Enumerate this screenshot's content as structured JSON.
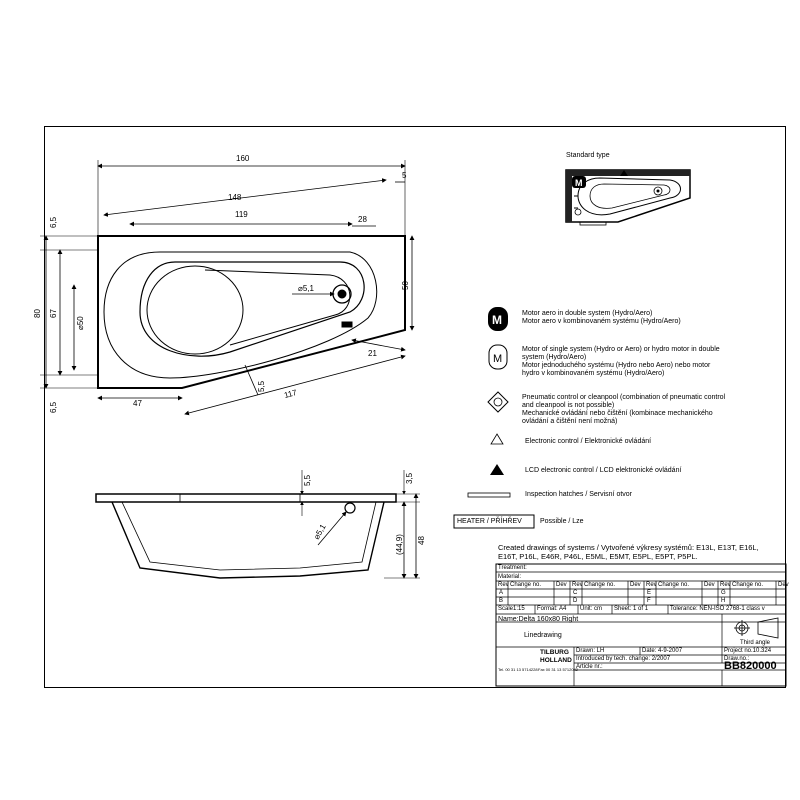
{
  "plan": {
    "dims": {
      "d160": "160",
      "d5": "5",
      "d148": "148",
      "d119": "119",
      "d28": "28",
      "d65_top": "6,5",
      "d80": "80",
      "d67": "67",
      "d50dia": "⌀50",
      "d50": "50",
      "d51": "⌀5,1",
      "d21": "21",
      "d65_bot": "6,5",
      "d47": "47",
      "d117": "117",
      "d55": "5,5"
    }
  },
  "section": {
    "dims": {
      "d55": "5,5",
      "d35": "3,5",
      "d51": "⌀5,1",
      "d449": "(44,9)",
      "d48": "48"
    }
  },
  "thumb": {
    "title": "Standard type",
    "motor_letter": "M"
  },
  "legend": {
    "items": [
      {
        "icon": "motor-filled-icon",
        "lines": [
          "Motor aero in double system (Hydro/Aero)",
          "Motor aero v kombinovaném systému (Hydro/Aero)"
        ]
      },
      {
        "icon": "motor-outline-icon",
        "lines": [
          "Motor of single system (Hydro or Aero) or hydro motor in double",
          "system (Hydro/Aero)",
          "Motor jednoduchého systému (Hydro nebo Aero) nebo motor",
          "hydro v kombinovaném systému (Hydro/Aero)"
        ]
      },
      {
        "icon": "pneumatic-control-icon",
        "lines": [
          "Pneumatic control or cleanpool (combination of pneumatic control",
          "and cleanpool is not possible)",
          "Mechanické ovládání nebo čištění (kombinace mechanického",
          "ovládání a čištění není možná)"
        ]
      },
      {
        "icon": "electronic-control-icon",
        "lines": [
          "Electronic control / Elektronické ovládání"
        ]
      },
      {
        "icon": "lcd-control-icon",
        "lines": [
          "LCD electronic control / LCD elektronické ovládání"
        ]
      },
      {
        "icon": "inspection-hatch-icon",
        "lines": [
          "Inspection hatches / Servisní otvor"
        ]
      }
    ],
    "heater_label": "HEATER / PŘÍHŘEV",
    "heater_value": "Possible / Lze"
  },
  "title_block": {
    "systems_line1": "Created drawings of systems / Vytvořené výkresy systémů: E13L, E13T, E16L,",
    "systems_line2": "E16T, P16L, E46R, P46L, E5ML, E5MT, E5PL, E5PT, P5PL.",
    "treatment": "Treatment:",
    "material": "Material:",
    "rev_head": "Rev",
    "change_head": "Change no.",
    "dev_head": "Dev",
    "rows_left": [
      "A",
      "B"
    ],
    "rows_mid": [
      "C",
      "D"
    ],
    "rows_mid2": [
      "E",
      "F"
    ],
    "rows_right": [
      "G",
      "H"
    ],
    "scale": "Scale1:15",
    "format": "Format: A4",
    "unit": "Unit: cm",
    "sheet": "Sheet: 1 of 1",
    "tolerance": "Tolerance: NEN-ISO 2768-1 class v",
    "name": "Name:Delta 160x80 Right",
    "linedrawing": "Linedrawing",
    "third_angle": "Third angle",
    "company1": "TILBURG",
    "company2": "HOLLAND",
    "tel": "Tel. 00 31 13 5714228",
    "fax": "Fax 00 31 13 5712042",
    "drawn": "Drawn: LH",
    "date": "Date: 4-9-2007",
    "project": "Project no.10.324",
    "introduced": "Introduced by tech. change: 2/2007",
    "draw_no_label": "Draw.no.:",
    "article": "Article nr.:",
    "draw_no": "BB820000"
  }
}
